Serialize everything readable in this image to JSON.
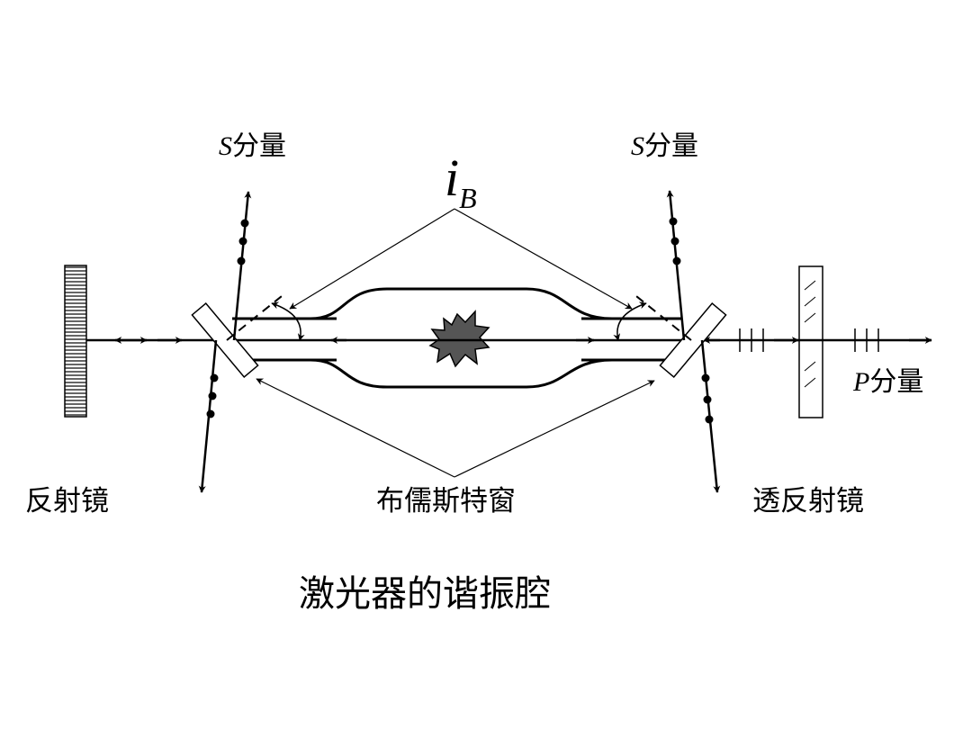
{
  "labels": {
    "s_component_symbol": "S",
    "s_component_text": "分量",
    "p_component_symbol": "P",
    "p_component_text": "分量",
    "brewster_angle_symbol": "i",
    "brewster_angle_subscript": "B",
    "mirror_left": "反射镜",
    "brewster_window": "布儒斯特窗",
    "mirror_right": "透反射镜",
    "caption": "激光器的谐振腔"
  }
}
